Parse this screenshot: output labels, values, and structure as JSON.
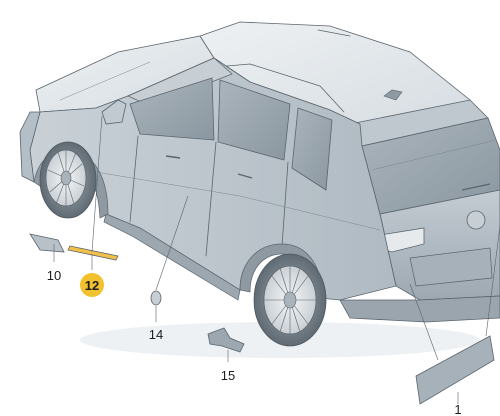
{
  "diagram": {
    "callouts": [
      {
        "id": "c10",
        "text": "10"
      },
      {
        "id": "c12",
        "text": "12",
        "highlighted": true
      },
      {
        "id": "c14",
        "text": "14"
      },
      {
        "id": "c15",
        "text": "15"
      },
      {
        "id": "c1",
        "text": "1"
      }
    ],
    "colors": {
      "body_dark": "#8e99a2",
      "body_mid": "#b9c2c9",
      "body_light": "#dde3e8",
      "roof": "#e7ebee",
      "glass": "#9aa6af",
      "line": "#5a646c",
      "highlight_badge": "#f2c12e",
      "highlight_part": "#f0c04a"
    }
  }
}
